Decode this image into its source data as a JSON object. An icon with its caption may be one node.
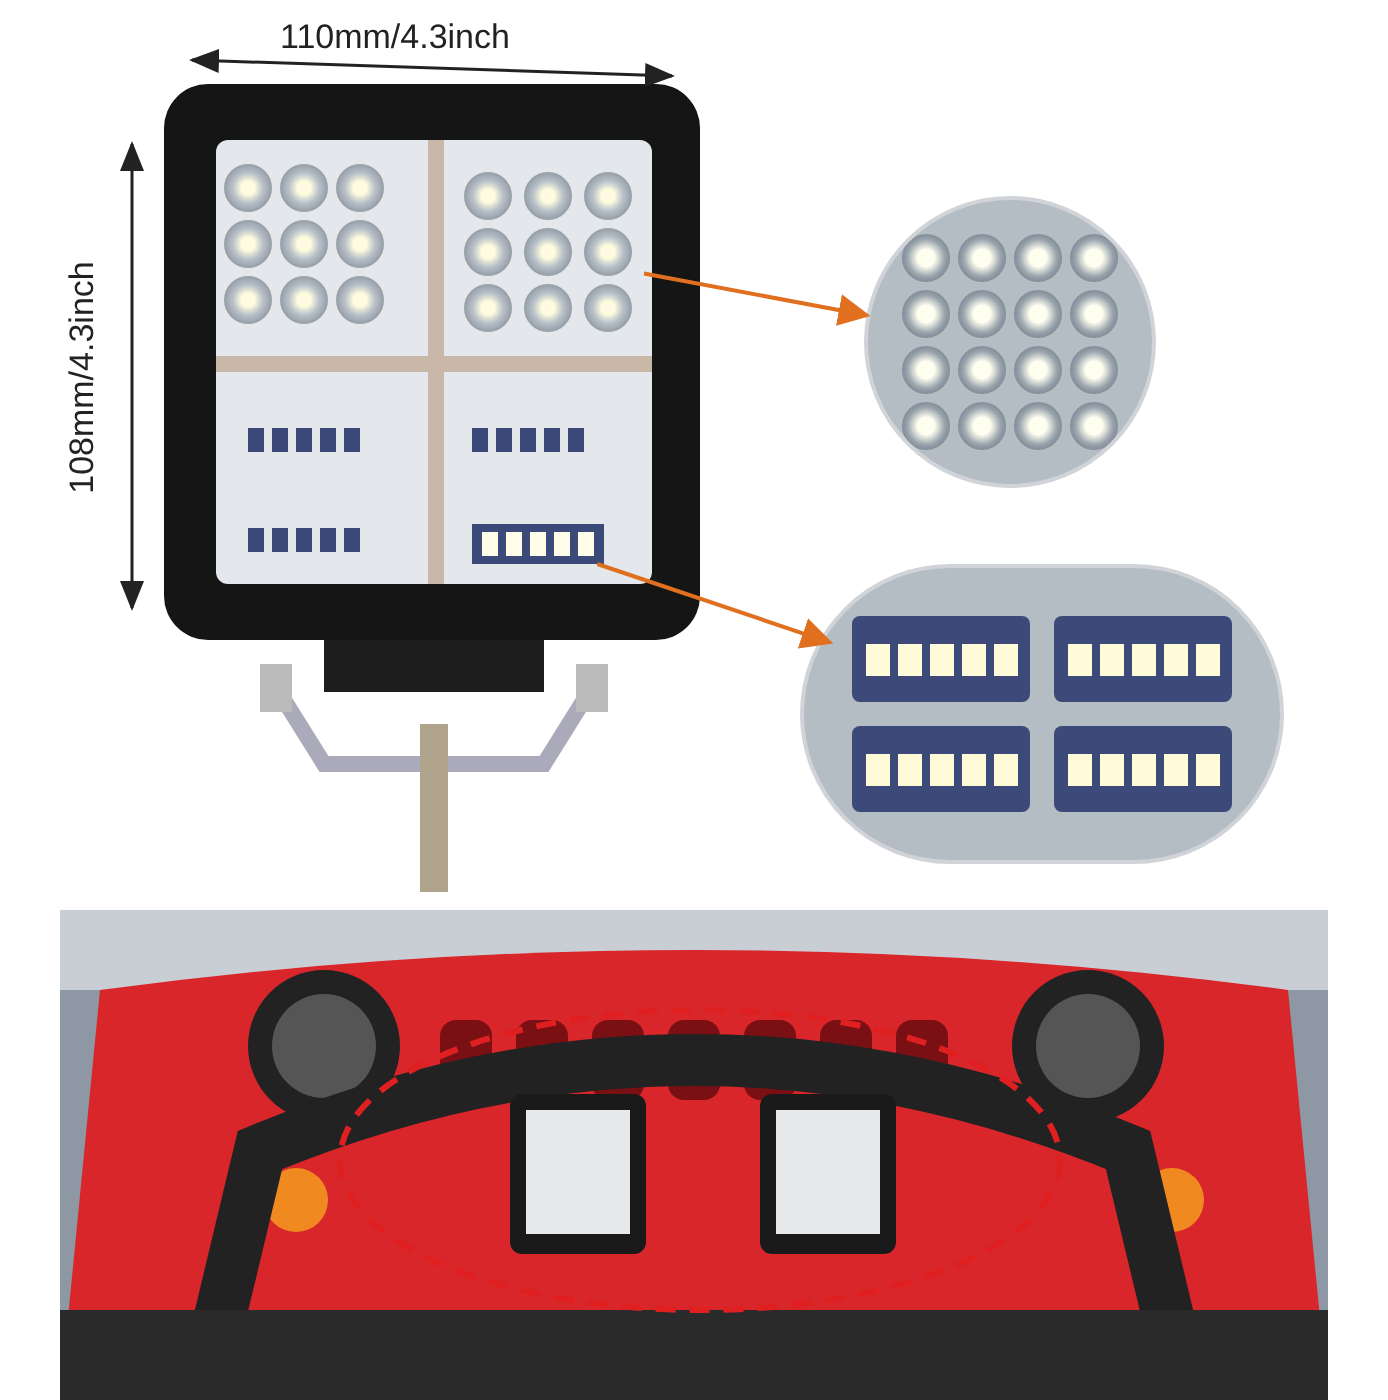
{
  "diagram": {
    "nodes": [
      {
        "text": [],
        "shape": "box"
      },
      {
        "text": [],
        "shape": "picture"
      },
      {
        "text": [],
        "shape": "box"
      },
      {
        "text": [],
        "shape": "picture"
      },
      {
        "text": [],
        "shape": "picture"
      }
    ],
    "edges": [
      {
        "from": 0,
        "to": 1,
        "arrow": "to",
        "color": "#e07020"
      },
      {
        "from": 2,
        "to": 3,
        "arrow": "to",
        "color": "#e07020"
      }
    ],
    "labels": [
      "110mm/4.3inch",
      "108mm/4.3inch"
    ]
  }
}
